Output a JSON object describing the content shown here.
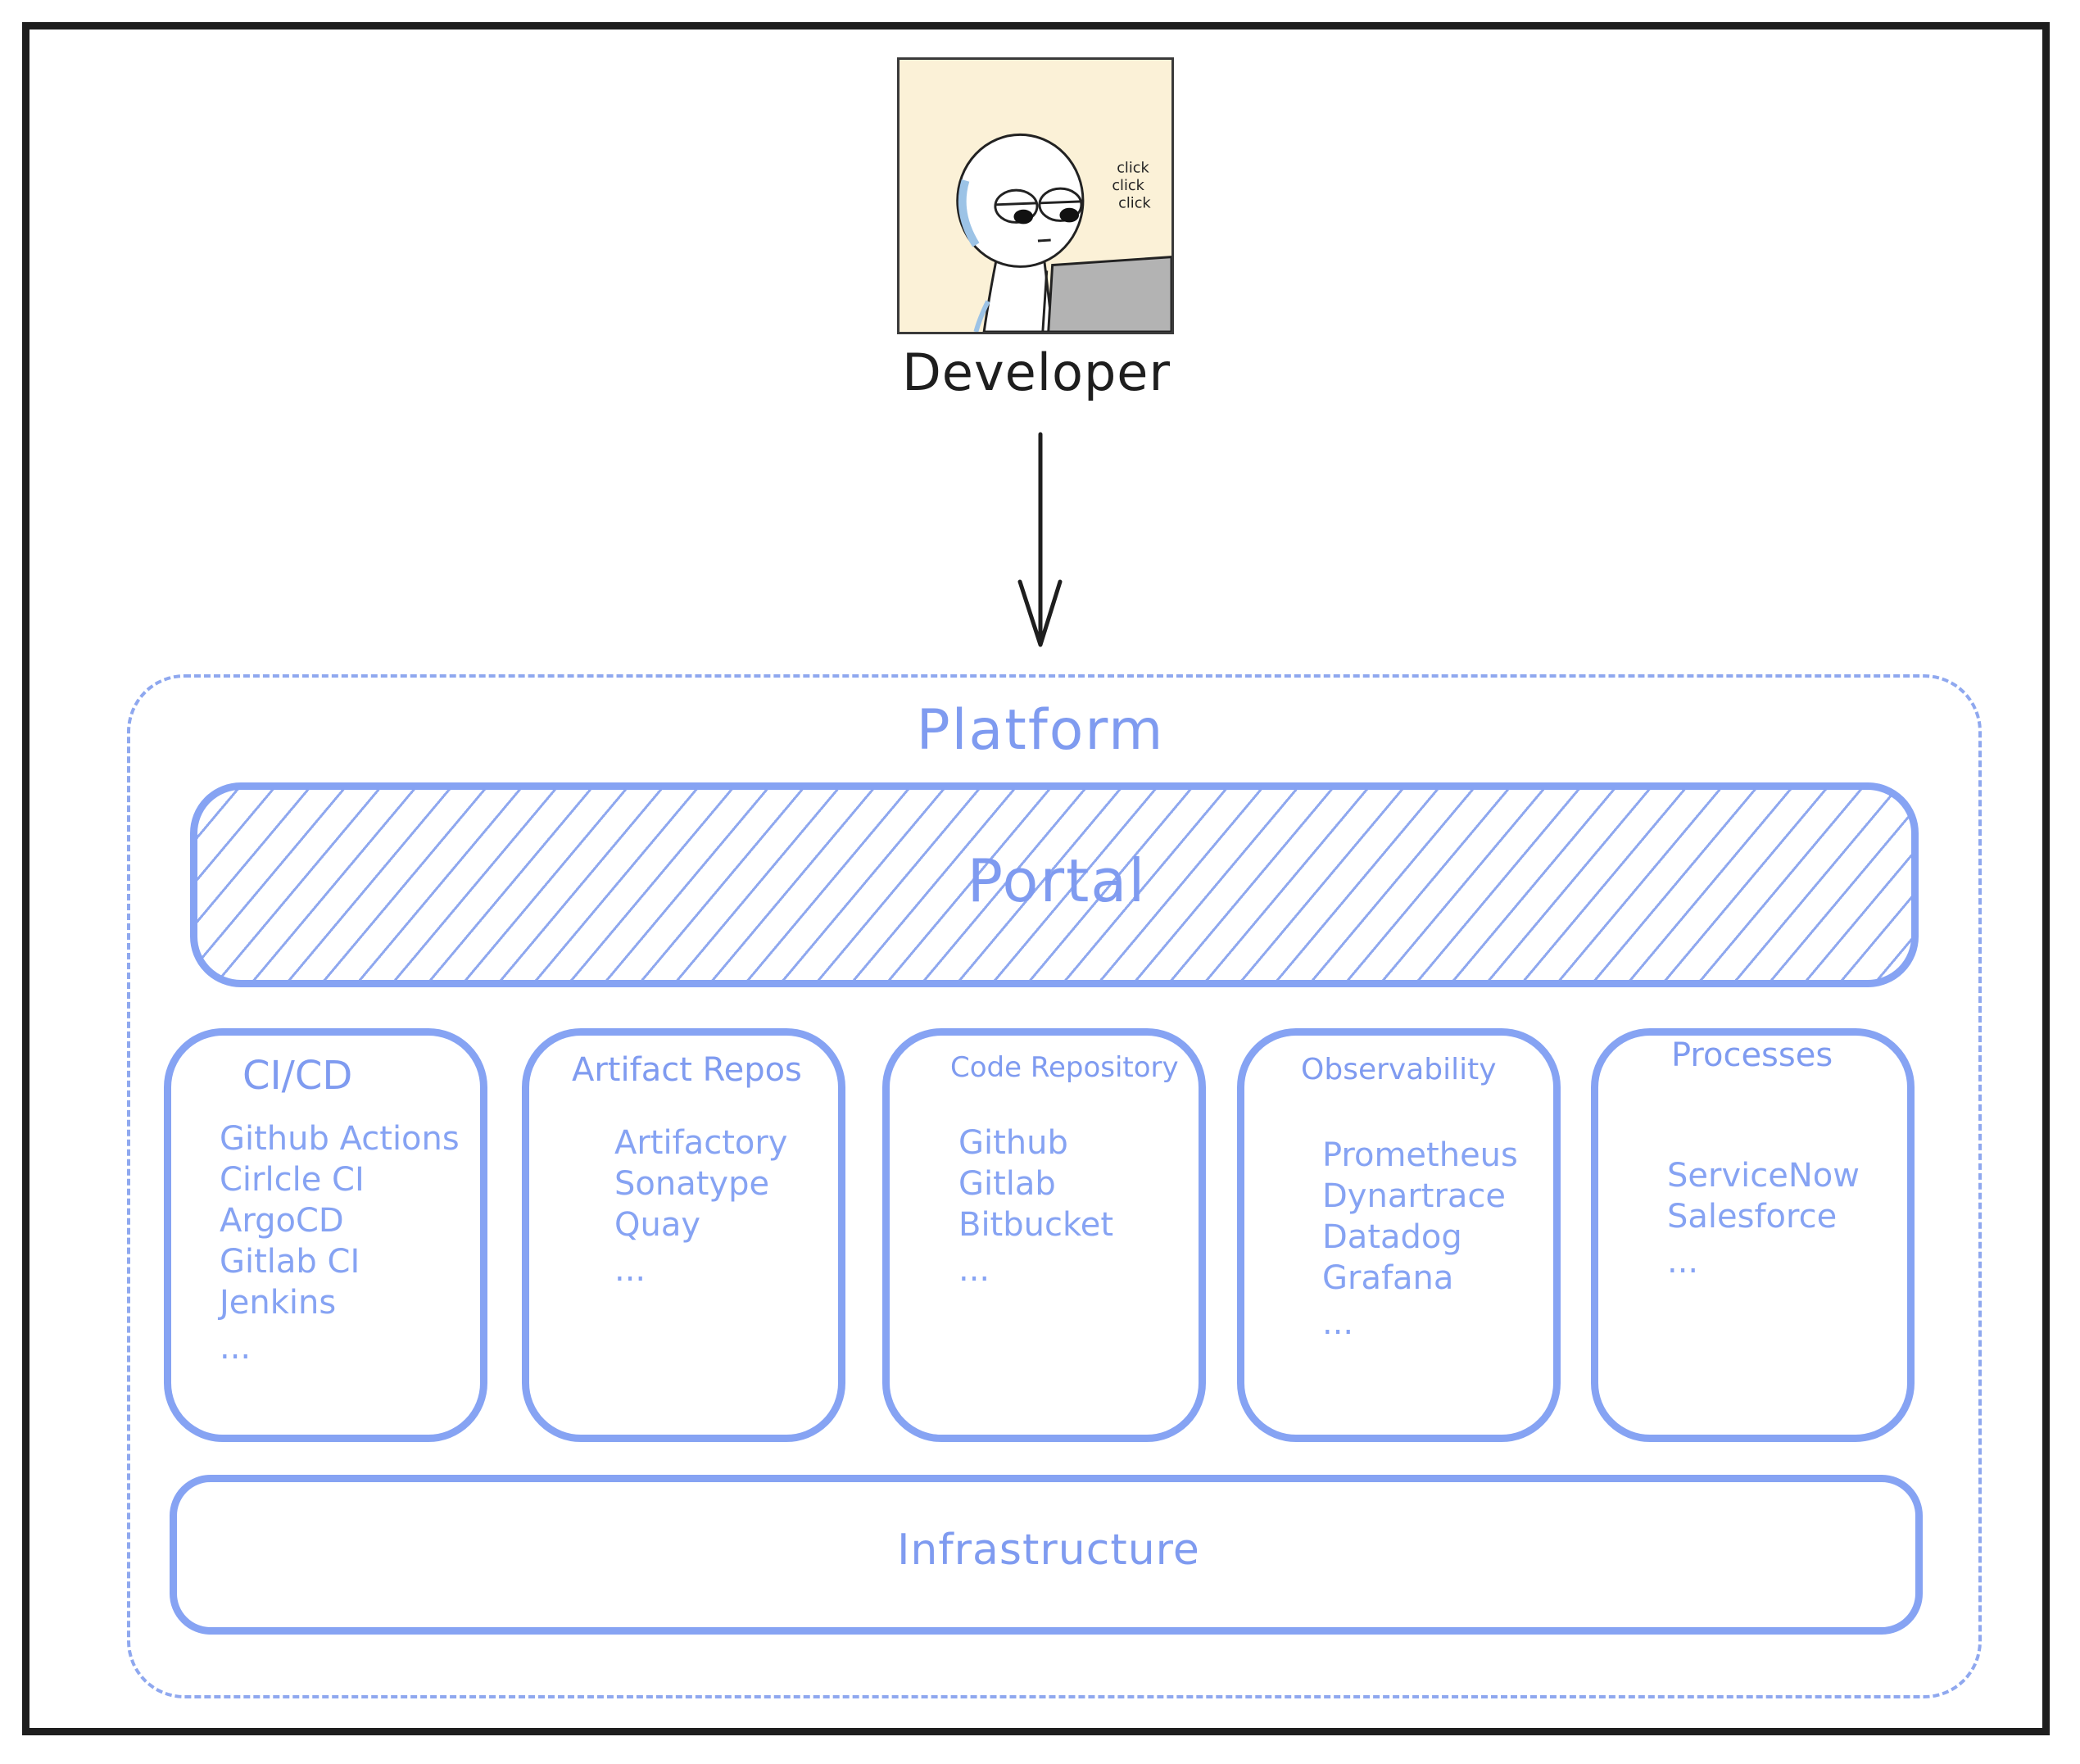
{
  "developer": {
    "label": "Developer",
    "illustration_text": "click click click"
  },
  "platform": {
    "title": "Platform",
    "portal": "Portal",
    "columns": [
      {
        "title": "CI/CD",
        "items": [
          "Github Actions",
          "Cirlcle CI",
          "ArgoCD",
          "Gitlab CI",
          "Jenkins",
          "..."
        ]
      },
      {
        "title": "Artifact Repos",
        "items": [
          "Artifactory",
          "Sonatype",
          "Quay",
          "..."
        ]
      },
      {
        "title": "Code Repository",
        "items": [
          "Github",
          "Gitlab",
          "Bitbucket",
          "..."
        ]
      },
      {
        "title": "Observability",
        "items": [
          "Prometheus",
          "Dynartrace",
          "Datadog",
          "Grafana",
          "..."
        ]
      },
      {
        "title": "Processes",
        "items": [
          "ServiceNow",
          "Salesforce",
          "..."
        ]
      }
    ],
    "infrastructure": "Infrastructure"
  },
  "colors": {
    "accent": "#86a3f3",
    "text_accent": "#7f9bf0",
    "frame": "#1e1e1e",
    "avatar_bg": "#fbf1d7"
  },
  "icons": [
    "developer-avatar-icon",
    "down-arrow-icon"
  ]
}
